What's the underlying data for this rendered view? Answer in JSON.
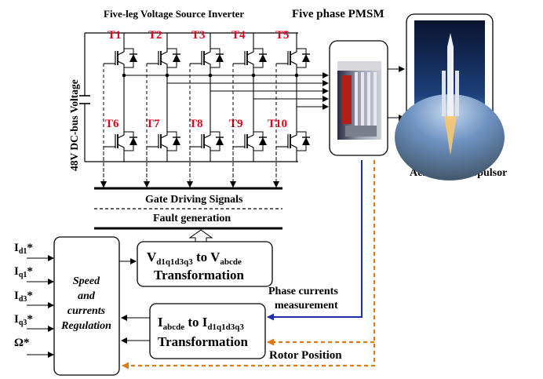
{
  "titles": {
    "inverter": "Five-leg Voltage Source Inverter",
    "motor": "Five phase PMSM",
    "dc_bus": "48V DC-bus Voltage",
    "propulsor": "Aerospace propulsor"
  },
  "switches_top": [
    "T1",
    "T2",
    "T3",
    "T4",
    "T5"
  ],
  "switches_bottom": [
    "T6",
    "T7",
    "T8",
    "T9",
    "T10"
  ],
  "buses": {
    "gate": "Gate Driving Signals",
    "fault": "Fault generation"
  },
  "inputs": {
    "id1": {
      "main": "I",
      "sub": "d1",
      "suffix": "*"
    },
    "iq1": {
      "main": "I",
      "sub": "q1",
      "suffix": "*"
    },
    "id3": {
      "main": "I",
      "sub": "d3",
      "suffix": "*"
    },
    "iq3": {
      "main": "I",
      "sub": "q3",
      "suffix": "*"
    },
    "omega": "Ω*"
  },
  "regulation": {
    "line1": "Speed",
    "line2": "and",
    "line3": "currents",
    "line4": "Regulation"
  },
  "v_transform": {
    "main1": "V",
    "sub1": "d1q1d3q3",
    "mid": " to ",
    "main2": "V",
    "sub2": "abcde",
    "line2": "Transformation"
  },
  "i_transform": {
    "main1": "I",
    "sub1": "abcde",
    "mid": " to ",
    "main2": "I",
    "sub2": "d1q1d3q3",
    "line2": "Transformation"
  },
  "feedback": {
    "phase_line1": "Phase currents",
    "phase_line2": "measurement",
    "rotor": "Rotor Position"
  },
  "colors": {
    "switch_label": "#e8001c",
    "current_feedback": "#1f2fa8",
    "rotor_feedback": "#e07818"
  }
}
